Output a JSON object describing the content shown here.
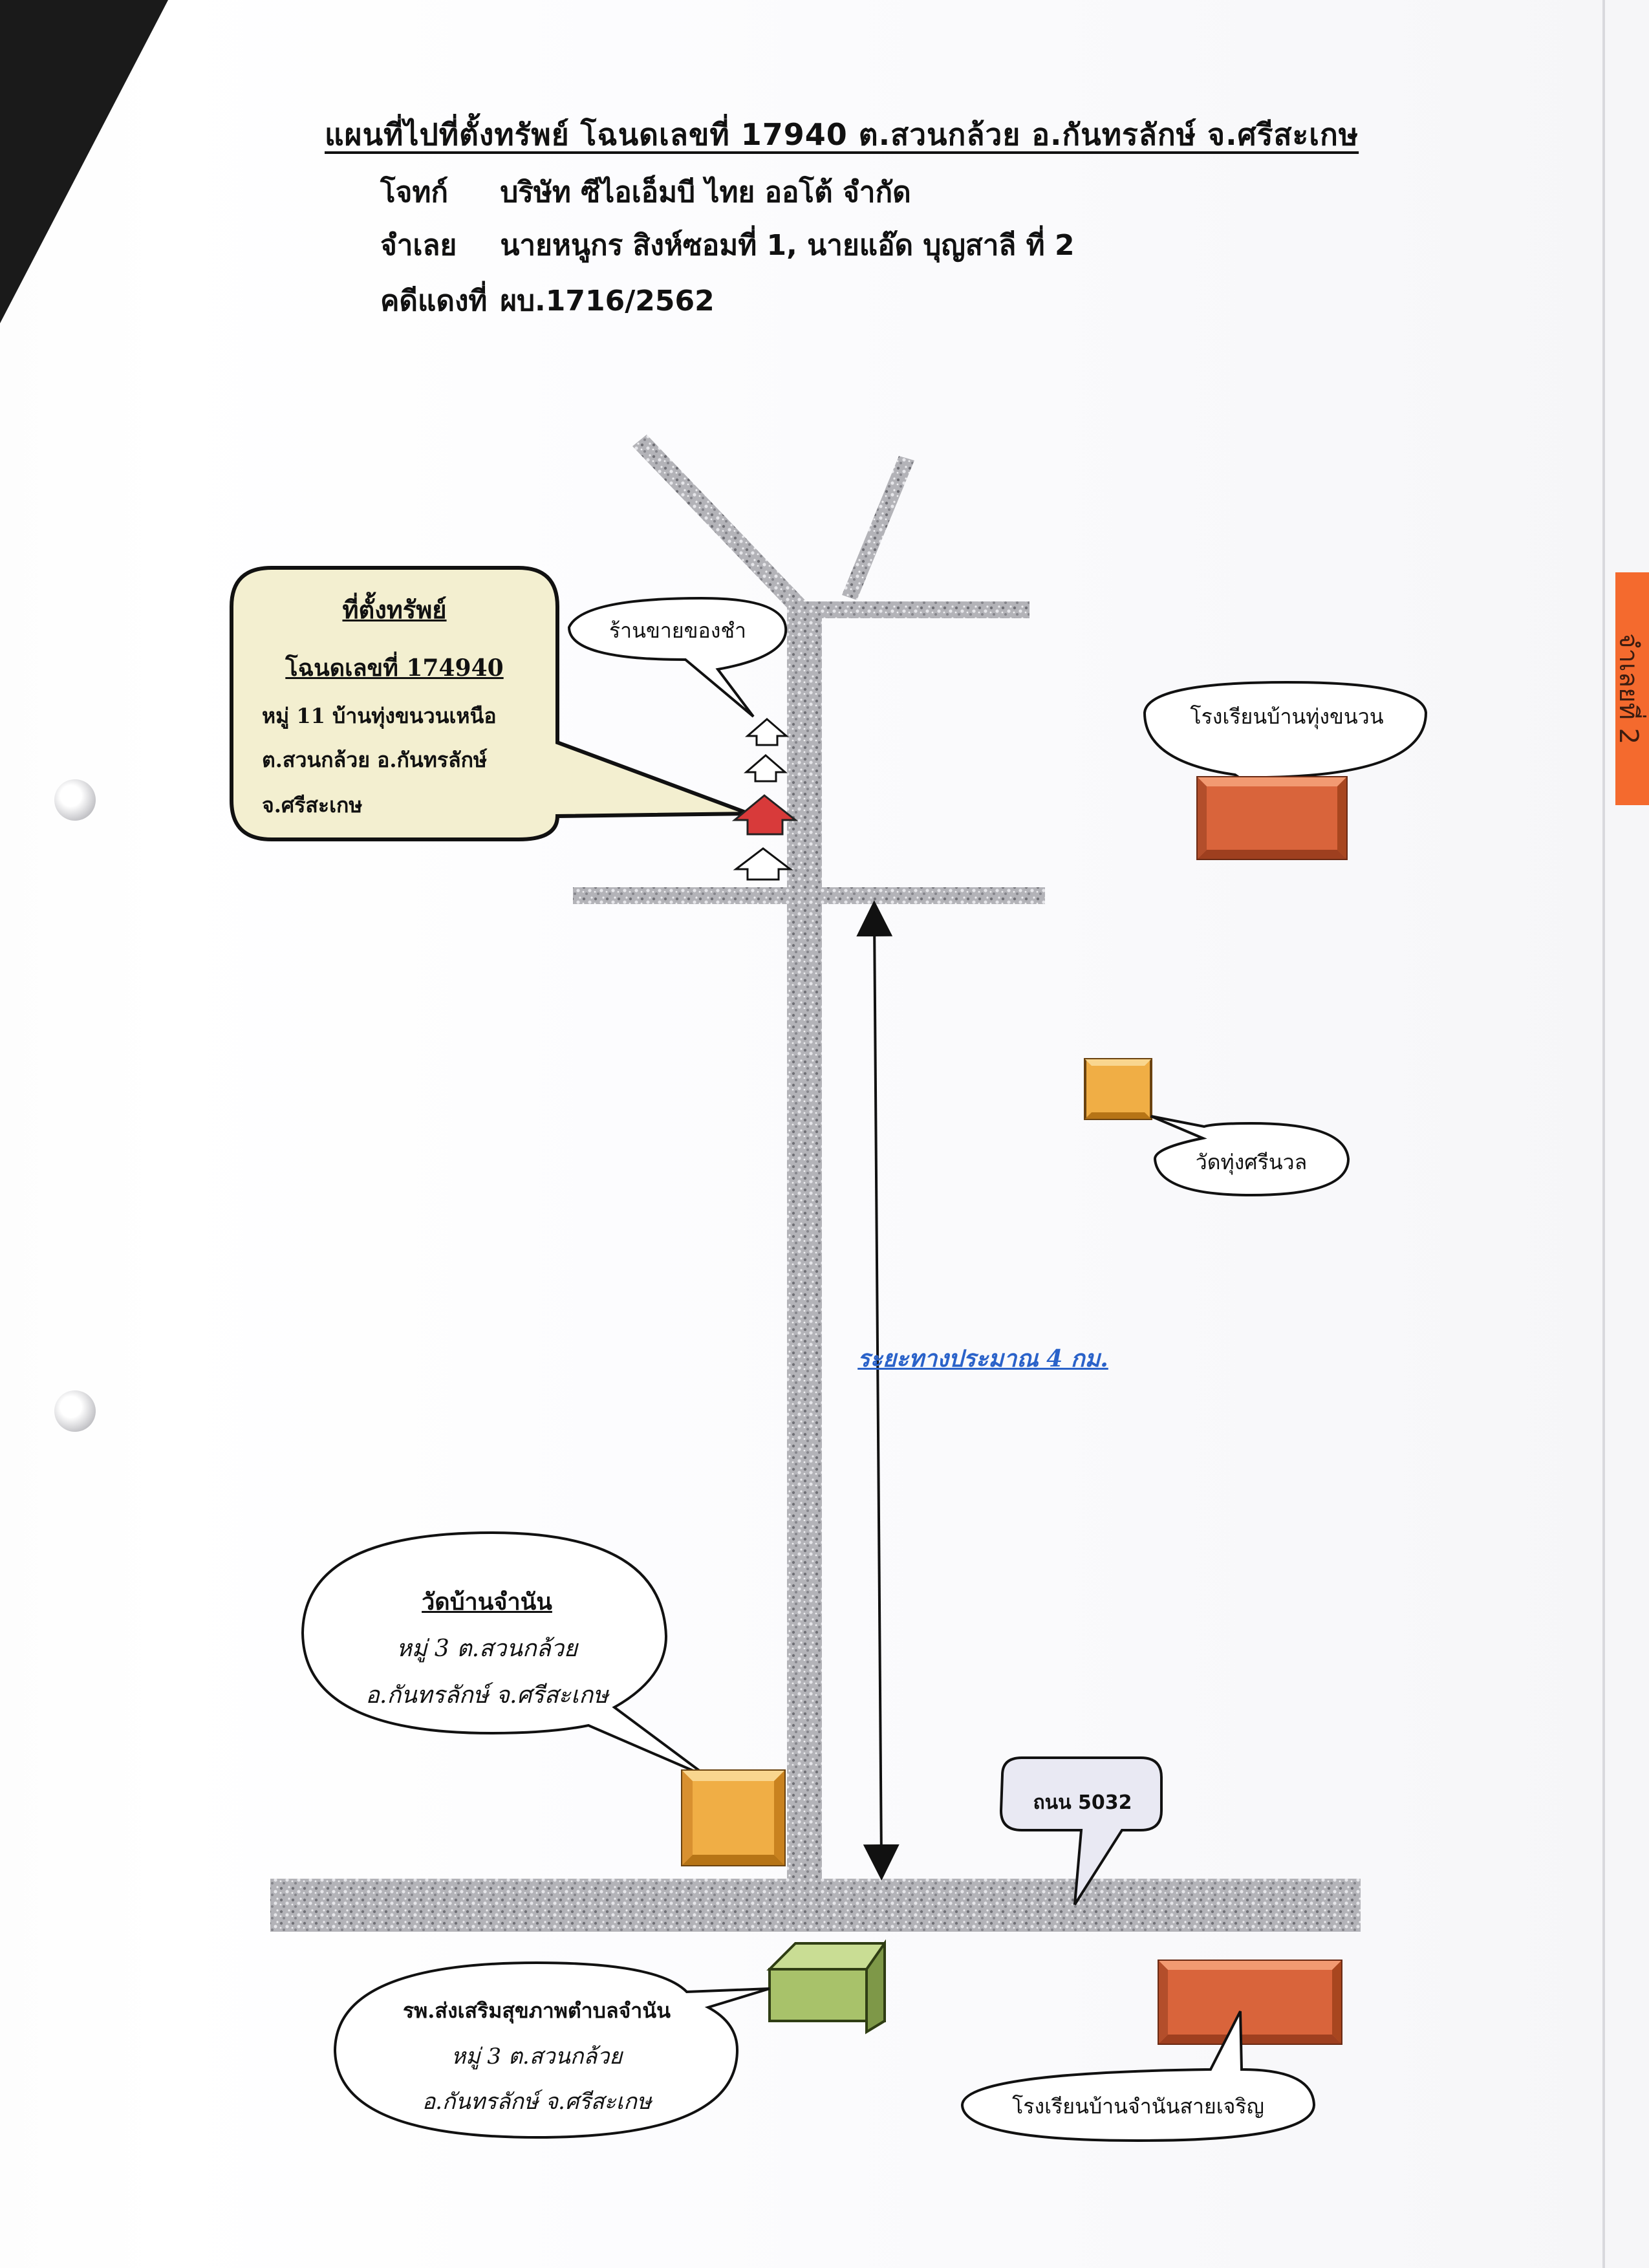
{
  "header": {
    "title": "แผนที่ไปที่ตั้งทรัพย์ โฉนดเลขที่ 17940 ต.สวนกล้วย อ.กันทรลักษ์ จ.ศรีสะเกษ",
    "plaintiff_label": "โจทก์",
    "plaintiff": "บริษัท ซีไอเอ็มบี ไทย ออโต้ จำกัด",
    "defendant_label": "จำเลย",
    "defendant": "นายหนูกร สิงห์ซอมที่ 1, นายแอ๊ด บุญสาลี ที่ 2",
    "case_label": "คดีแดงที่",
    "case_no": "ผบ.1716/2562"
  },
  "property_box": {
    "heading": "ที่ตั้งทรัพย์",
    "deed": "โฉนดเลขที่ 174940",
    "line1": "หมู่ 11 บ้านทุ่งขนวนเหนือ",
    "line2": "ต.สวนกล้วย อ.กันทรลักษ์",
    "line3": "จ.ศรีสะเกษ"
  },
  "landmarks": {
    "grocery": "ร้านขายของชำ",
    "school_north": "โรงเรียนบ้านทุ่งขนวน",
    "temple_thungsrinuan": "วัดทุ่งศรีนวล",
    "distance": "ระยะทางประมาณ 4 กม.",
    "temple_chamnan": {
      "name": "วัดบ้านจำนัน",
      "line1": "หมู่ 3 ต.สวนกล้วย",
      "line2": "อ.กันทรลักษ์ จ.ศรีสะเกษ"
    },
    "road": "ถนน 5032",
    "hospital": {
      "name": "รพ.ส่งเสริมสุขภาพตำบลจำนัน",
      "line1": "หมู่ 3 ต.สวนกล้วย",
      "line2": "อ.กันทรลักษ์ จ.ศรีสะเกษ"
    },
    "school_south": "โรงเรียนบ้านจำนันสายเจริญ"
  },
  "side_tab": "จำเลยที่ 2",
  "colors": {
    "road": "#a9a9ae",
    "property_box_fill": "#f3efd0",
    "school_brick": "#d9643b",
    "temple_gold": "#f0ae45",
    "hospital_green": "#a8c26a",
    "target_arrow": "#d83a3a",
    "distance_text": "#2a62c9"
  }
}
